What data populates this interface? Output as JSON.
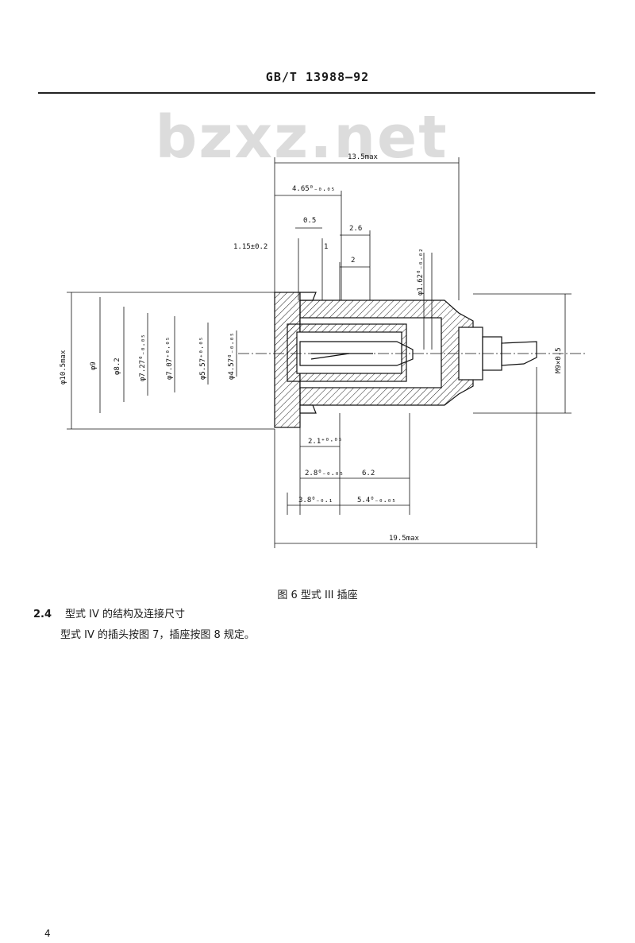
{
  "header": {
    "standard": "GB/T 13988—92"
  },
  "watermark": "bzxz.net",
  "figure": {
    "caption": "图 6   型式 III 插座",
    "dims": {
      "top_max": "13.5max",
      "d_465": "4.65⁰₋₀.₀₅",
      "d_05": "0.5",
      "d_26": "2.6",
      "d_115": "1.15±0.2",
      "d_1": "1",
      "d_2": "2",
      "phi162": "φ1.62⁰₋₀.₀₂",
      "phi105": "φ10.5max",
      "phi9": "φ9",
      "phi82": "φ8.2",
      "phi727": "φ7.27⁰₋₀.₀₅",
      "phi707": "φ7.07⁺⁰·⁰⁵",
      "phi557": "φ5.57⁺⁰·⁰⁵",
      "phi457": "φ4.57⁰₋₀.₀₅",
      "m9": "M9×0.5",
      "d_21": "2.1⁺⁰·⁰⁵",
      "d_28": "2.8⁰₋₀.₀₅",
      "d_62": "6.2",
      "d_38": "3.8⁰₋₀.₁",
      "d_54": "5.4⁰₋₀.₀₅",
      "bottom_max": "19.5max"
    }
  },
  "section": {
    "number": "2.4",
    "title": "型式 IV 的结构及连接尺寸",
    "body": "型式 IV 的插头按图 7，插座按图 8 规定。"
  },
  "page_number": "4"
}
